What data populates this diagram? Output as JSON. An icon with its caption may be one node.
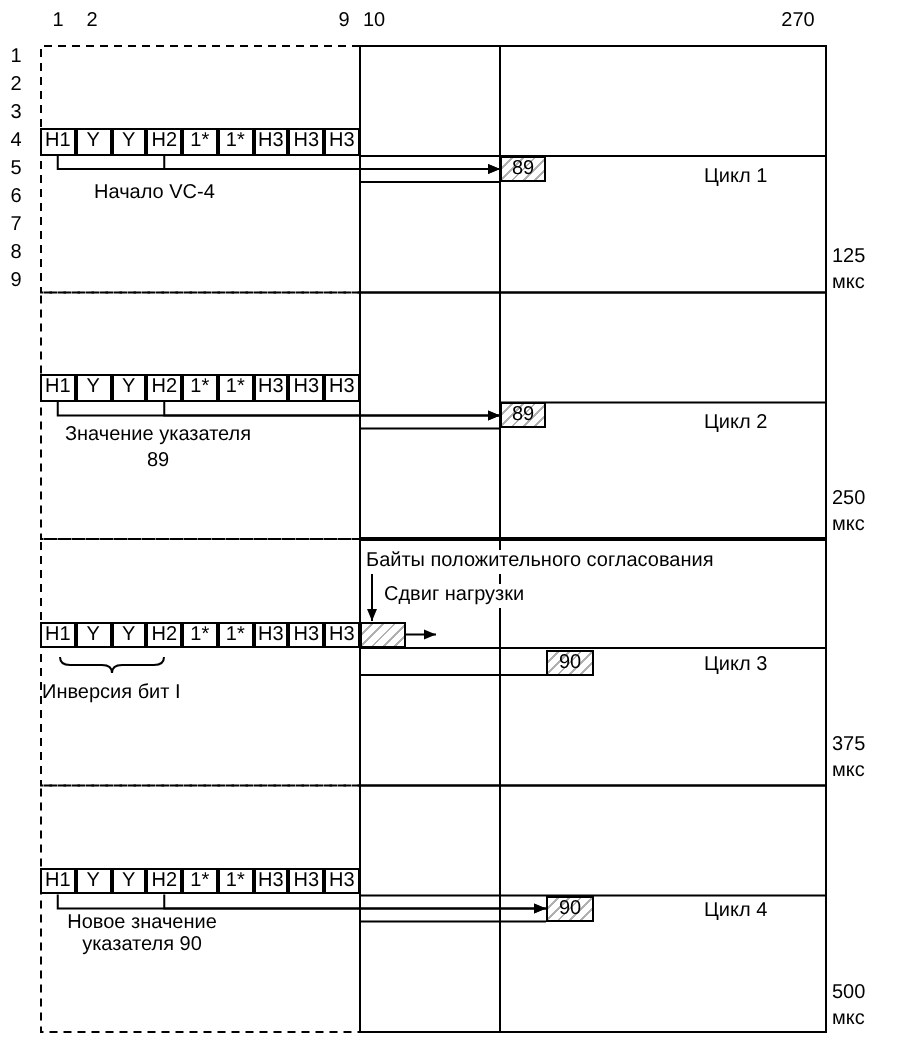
{
  "diagram": {
    "nodes": [
      {
        "text": [
          "H1"
        ]
      },
      {
        "text": [
          "Y"
        ]
      },
      {
        "text": [
          "Y"
        ]
      },
      {
        "text": [
          "H2"
        ]
      },
      {
        "text": [
          "1*"
        ]
      },
      {
        "text": [
          "1*"
        ]
      },
      {
        "text": [
          "H3"
        ]
      },
      {
        "text": [
          "H3"
        ]
      },
      {
        "text": [
          "H3"
        ]
      },
      {
        "text": [
          "89"
        ]
      },
      {
        "text": [
          "H1"
        ]
      },
      {
        "text": [
          "Y"
        ]
      },
      {
        "text": [
          "Y"
        ]
      },
      {
        "text": [
          "H2"
        ]
      },
      {
        "text": [
          "1*"
        ]
      },
      {
        "text": [
          "1*"
        ]
      },
      {
        "text": [
          "H3"
        ]
      },
      {
        "text": [
          "H3"
        ]
      },
      {
        "text": [
          "H3"
        ]
      },
      {
        "text": [
          "89"
        ]
      },
      {
        "text": [
          "Байты положительного согласования"
        ]
      },
      {
        "text": [
          "H1"
        ]
      },
      {
        "text": [
          "Y"
        ]
      },
      {
        "text": [
          "Y"
        ]
      },
      {
        "text": [
          "H2"
        ]
      },
      {
        "text": [
          "1*"
        ]
      },
      {
        "text": [
          "1*"
        ]
      },
      {
        "text": [
          "H3"
        ]
      },
      {
        "text": [
          "H3"
        ]
      },
      {
        "text": [
          "H3"
        ]
      },
      {
        "text": [],
        "shape": "box"
      },
      {
        "text": [
          "90"
        ]
      },
      {
        "text": [
          "H1"
        ]
      },
      {
        "text": [
          "Y"
        ]
      },
      {
        "text": [
          "Y"
        ]
      },
      {
        "text": [
          "H2"
        ]
      },
      {
        "text": [
          "1*"
        ]
      },
      {
        "text": [
          "1*"
        ]
      },
      {
        "text": [
          "H3"
        ]
      },
      {
        "text": [
          "H3"
        ]
      },
      {
        "text": [
          "H3"
        ]
      },
      {
        "text": [
          "90"
        ]
      }
    ],
    "edges": [
      {
        "from": 0,
        "to": 9,
        "arrow": "to"
      },
      {
        "from": 3,
        "to": 9,
        "arrow": "to"
      },
      {
        "from": 10,
        "to": 19,
        "arrow": "to"
      },
      {
        "from": 13,
        "to": 19,
        "arrow": "to"
      },
      {
        "from": 20,
        "to": 30,
        "arrow": "to"
      },
      {
        "from": 30,
        "to": null,
        "arrow": "to",
        "label": "Сдвиг нагрузки"
      },
      {
        "from": 32,
        "to": 41,
        "arrow": "to"
      },
      {
        "from": 35,
        "to": 41,
        "arrow": "to"
      }
    ],
    "labels": [
      "1",
      "2",
      "9",
      "10",
      "270",
      "1",
      "2",
      "3",
      "4",
      "5",
      "6",
      "7",
      "8",
      "9",
      "Начало VC-4",
      "Цикл 1",
      "125 мкс",
      "Значение указателя 89",
      "Цикл 2",
      "250 мкс",
      "Цикл 3",
      "Инверсия бит I",
      "375 мкс",
      "Новое значение указателя 90",
      "Цикл 4",
      "500 мкс"
    ]
  }
}
